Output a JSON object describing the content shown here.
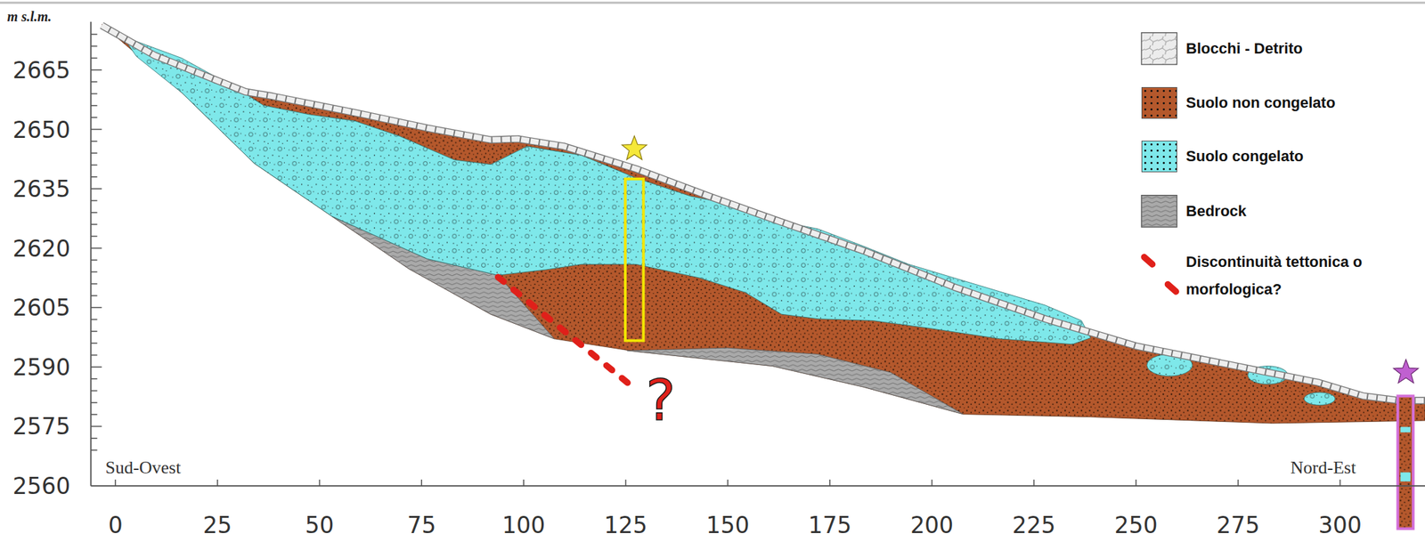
{
  "diagram": {
    "labels": [
      "m s.l.m.",
      "2665",
      "2650",
      "2635",
      "2620",
      "2605",
      "2590",
      "2575",
      "2560",
      "0",
      "25",
      "50",
      "75",
      "100",
      "125",
      "150",
      "175",
      "200",
      "225",
      "250",
      "275",
      "300",
      "Sud-Ovest",
      "Nord-Est",
      "?"
    ],
    "legend": [
      {
        "text": "Blocchi - Detrito"
      },
      {
        "text": "Suolo non congelato",
        "color": "#b4582c"
      },
      {
        "text": "Suolo congelato",
        "color": "#7ee8ea"
      },
      {
        "text": "Bedrock"
      },
      {
        "text": "Discontinuità tettonica o morfologica?"
      }
    ]
  }
}
